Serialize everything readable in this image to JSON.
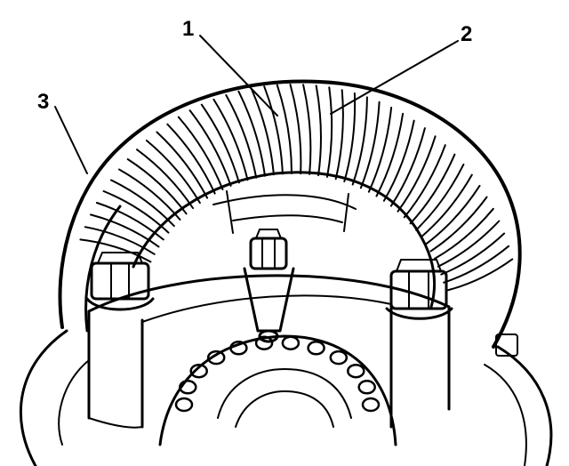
{
  "callouts": [
    {
      "id": "callout-1",
      "label": "1"
    },
    {
      "id": "callout-2",
      "label": "2"
    },
    {
      "id": "callout-3",
      "label": "3"
    }
  ],
  "colors": {
    "ink": "#000000",
    "paper": "#ffffff"
  }
}
